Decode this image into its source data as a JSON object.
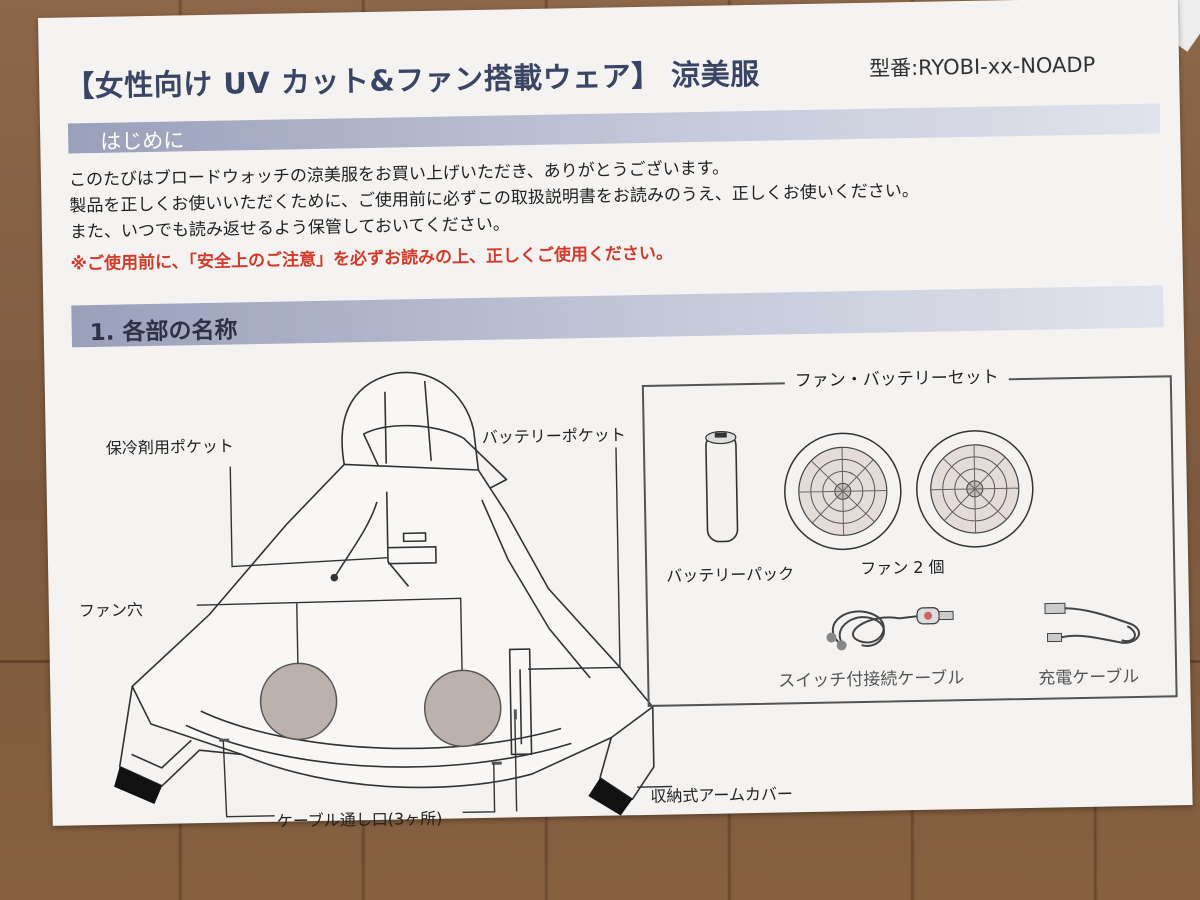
{
  "document": {
    "title": "【女性向け UV カット&ファン搭載ウェア】 涼美服",
    "model_number": "型番:RYOBI-xx-NOADP"
  },
  "intro": {
    "heading": "はじめに",
    "lines": [
      "このたびはブロードウォッチの涼美服をお買い上げいただき、ありがとうございます。",
      "製品を正しくお使いいただくために、ご使用前に必ずこの取扱説明書をお読みのうえ、正しくお使いください。",
      "また、いつでも読み返せるよう保管しておいてください。"
    ],
    "warning": "※ご使用前に、「安全上のご注意」を必ずお読みの上、正しくご使用ください。"
  },
  "parts": {
    "heading": "1. 各部の名称",
    "labels": {
      "cooling_pocket": "保冷剤用ポケット",
      "battery_pocket": "バッテリーポケット",
      "fan_hole": "ファン穴",
      "cable_port": "ケーブル通し口(3ヶ所)",
      "arm_cover": "収納式アームカバー"
    },
    "set": {
      "title": "ファン・バッテリーセット",
      "battery_pack": "バッテリーパック",
      "fans": "ファン 2 個",
      "switch_cable": "スイッチ付接続ケーブル",
      "charge_cable": "充電ケーブル"
    }
  },
  "colors": {
    "title_text": "#3a4566",
    "band_start": "#9aa0bb",
    "warning_text": "#d33a2a",
    "paper": "#f5f3f1",
    "background": "#8a6446"
  },
  "icons": [
    "hoodie-jacket-icon",
    "battery-icon",
    "fan-icon",
    "switch-cable-icon",
    "charge-cable-icon"
  ]
}
